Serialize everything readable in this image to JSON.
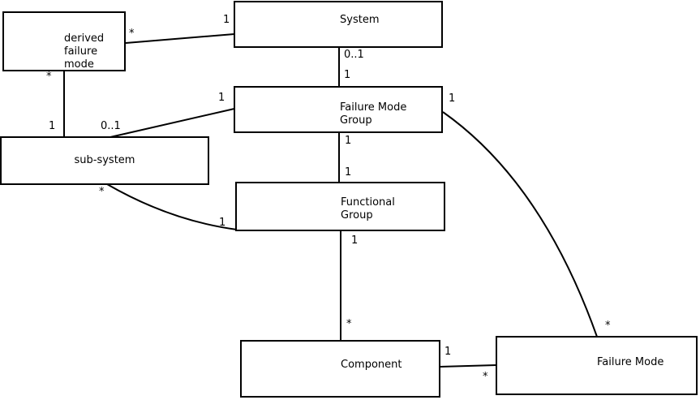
{
  "diagram": {
    "type": "uml-class-diagram",
    "colors": {
      "line": "#000000",
      "box_fill": "#ffffff",
      "text": "#000000",
      "background": "#ffffff"
    },
    "boxes": [
      {
        "id": "derived-failure-mode",
        "label": "derived\nfailure\nmode"
      },
      {
        "id": "system",
        "label": "System"
      },
      {
        "id": "failure-mode-group",
        "label": "Failure Mode\nGroup"
      },
      {
        "id": "sub-system",
        "label": "sub-system"
      },
      {
        "id": "functional-group",
        "label": "Functional\nGroup"
      },
      {
        "id": "component",
        "label": "Component"
      },
      {
        "id": "failure-mode",
        "label": "Failure Mode"
      }
    ],
    "multiplicity_labels": [
      {
        "id": "dfm-end-of-system-link",
        "text": "*"
      },
      {
        "id": "system-end-of-dfm-link",
        "text": "1"
      },
      {
        "id": "system-end-of-fmg-link",
        "text": "0..1"
      },
      {
        "id": "fmg-top-end-of-system-link",
        "text": "1"
      },
      {
        "id": "fmg-left-end-of-subsystem-link",
        "text": "1"
      },
      {
        "id": "subsystem-end-of-fmg-link",
        "text": "0..1"
      },
      {
        "id": "subsystem-top-end-of-dfm-link",
        "text": "1"
      },
      {
        "id": "dfm-bottom-end-of-subsystem-link",
        "text": "*"
      },
      {
        "id": "fmg-bottom-end-of-fg-link",
        "text": "1"
      },
      {
        "id": "fg-top-end-of-fmg-link",
        "text": "1"
      },
      {
        "id": "subsystem-bottom-end-of-fg-link",
        "text": "*"
      },
      {
        "id": "fg-left-end-of-subsystem-link",
        "text": "1"
      },
      {
        "id": "fg-bottom-end-of-component-link",
        "text": "1"
      },
      {
        "id": "component-top-end-of-fg-link",
        "text": "*"
      },
      {
        "id": "component-right-end-of-fm-link",
        "text": "1"
      },
      {
        "id": "fm-left-end-of-component-link",
        "text": "*"
      },
      {
        "id": "fmg-right-end-of-fm-link",
        "text": "1"
      },
      {
        "id": "fm-top-end-of-fmg-link",
        "text": "*"
      }
    ],
    "associations": [
      {
        "id": "derived-failure-mode--system"
      },
      {
        "id": "derived-failure-mode--sub-system"
      },
      {
        "id": "failure-mode-group--sub-system"
      },
      {
        "id": "system--failure-mode-group"
      },
      {
        "id": "failure-mode-group--functional-group"
      },
      {
        "id": "functional-group--component"
      },
      {
        "id": "sub-system--functional-group"
      },
      {
        "id": "component--failure-mode"
      },
      {
        "id": "failure-mode-group--failure-mode"
      }
    ]
  }
}
